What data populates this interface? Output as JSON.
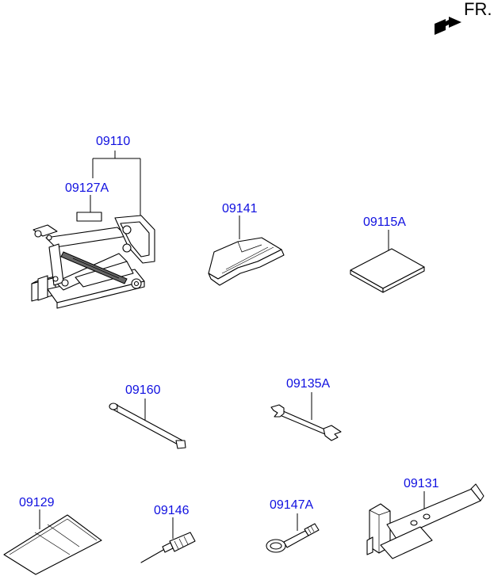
{
  "direction_indicator": {
    "label": "FR.",
    "icon": "arrow-icon"
  },
  "parts": [
    {
      "id": "jack",
      "number": "09110"
    },
    {
      "id": "jack-label",
      "number": "09127A"
    },
    {
      "id": "jack-handle",
      "number": "09141"
    },
    {
      "id": "pad",
      "number": "09115A"
    },
    {
      "id": "extension-bar",
      "number": "09160"
    },
    {
      "id": "spanner",
      "number": "09135A"
    },
    {
      "id": "tool-case",
      "number": "09129"
    },
    {
      "id": "screwdriver",
      "number": "09146"
    },
    {
      "id": "towing-hook",
      "number": "09147A"
    },
    {
      "id": "wheel-wrench",
      "number": "09131"
    }
  ]
}
